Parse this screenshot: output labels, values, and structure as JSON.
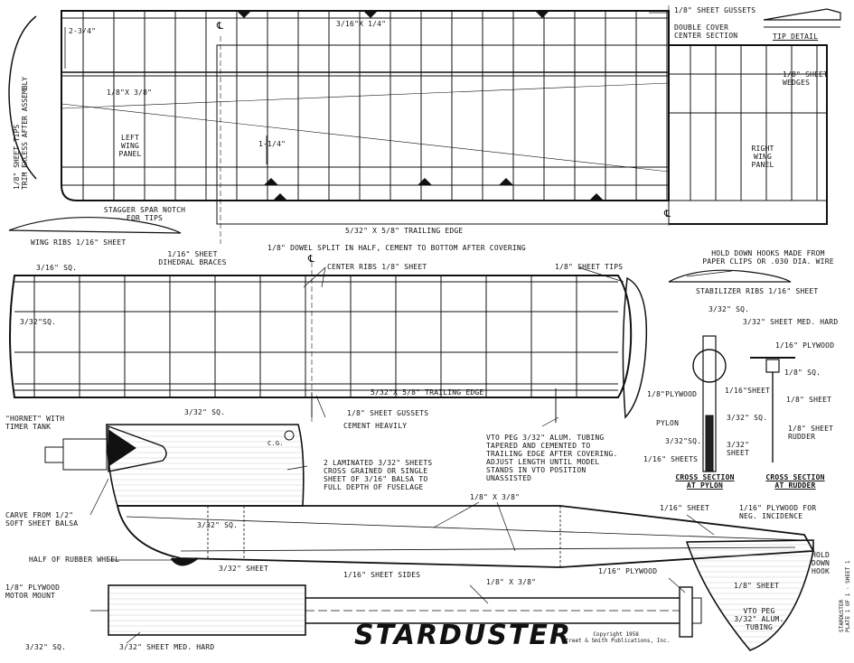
{
  "title": "STARDUSTER",
  "copyright": [
    "Copyright 1958",
    "Street & Smith Publications, Inc."
  ],
  "side_note": [
    "STARDUSTER",
    "PLATE 1 OF 1 · SHEET 1"
  ],
  "wing": {
    "labels": {
      "gussets": "1/8\" SHEET GUSSETS",
      "double_cover": [
        "DOUBLE COVER",
        "CENTER SECTION"
      ],
      "tip_detail": "TIP DETAIL",
      "spar_top": "3/16\"X 1/4\"",
      "dim_234": "2-3/4\"",
      "spar_18x38": "1/8\"X 3/8\"",
      "left_panel": [
        "LEFT",
        "WING",
        "PANEL"
      ],
      "right_panel": [
        "RIGHT",
        "WING",
        "PANEL"
      ],
      "dim_114": "1-1/4\"",
      "wedges": [
        "1/8\" SHEET",
        "WEDGES"
      ],
      "tips": [
        "1/8\" SHEET TIPS",
        "TRIM EXCESS AFTER ASSEMBLY"
      ],
      "stagger": [
        "STAGGER SPAR NOTCH",
        "FOR TIPS"
      ],
      "wing_ribs": "WING RIBS 1/16\" SHEET",
      "trailing_edge": "5/32\" X 5/8\" TRAILING EDGE",
      "dihedral": [
        "1/16\" SHEET",
        "DIHEDRAL BRACES"
      ],
      "dowel": "1/8\" DOWEL SPLIT IN HALF, CEMENT TO BOTTOM AFTER COVERING",
      "cl": "℄"
    }
  },
  "stab": {
    "labels": {
      "sq316": "3/16\" SQ.",
      "center_ribs": "CENTER RIBS 1/8\" SHEET",
      "tips": "1/8\" SHEET TIPS",
      "sq332": "3/32\"SQ.",
      "trailing_edge": "5/32\"X 5/8\" TRAILING EDGE",
      "gussets": "1/8\" SHEET GUSSETS",
      "cement": "CEMENT HEAVILY",
      "hooks": [
        "HOLD DOWN HOOKS MADE FROM",
        "PAPER CLIPS OR .030 DIA. WIRE"
      ],
      "stab_ribs": "STABILIZER RIBS 1/16\" SHEET"
    }
  },
  "fuselage": {
    "labels": {
      "hornet": [
        "\"HORNET\" WITH",
        "TIMER TANK"
      ],
      "sq332_top": "3/32\" SQ.",
      "cg": "C.G.",
      "laminated": [
        "2 LAMINATED 3/32\" SHEETS",
        "CROSS GRAINED OR SINGLE",
        "SHEET OF 3/16\" BALSA TO",
        "FULL DEPTH OF FUSELAGE"
      ],
      "vto": [
        "VTO PEG 3/32\" ALUM. TUBING",
        "TAPERED AND CEMENTED TO",
        "TRAILING EDGE AFTER COVERING.",
        "ADJUST LENGTH UNTIL MODEL",
        "STANDS IN VTO POSITION",
        "UNASSISTED"
      ],
      "carve": [
        "CARVE FROM 1/2\"",
        "SOFT SHEET BALSA"
      ],
      "sq332_mid": "3/32\" SQ.",
      "spar_18x38": "1/8\" X 3/8\"",
      "sheet116": "1/16\" SHEET",
      "plywood_inc": [
        "1/16\" PLYWOOD FOR",
        "NEG. INCIDENCE"
      ],
      "rubber_wheel": "HALF OF RUBBER WHEEL",
      "sheet332": "3/32\" SHEET",
      "sheet_sides": "1/16\" SHEET SIDES",
      "spar_bottom": "1/8\" X 3/8\"",
      "plywood116": "1/16\" PLYWOOD",
      "hold_down": [
        "HOLD",
        "DOWN",
        "HOOK"
      ],
      "sheet18": "1/8\" SHEET",
      "vto_peg": [
        "VTO PEG",
        "3/32\" ALUM.",
        "TUBING"
      ],
      "motor_mount": [
        "1/8\" PLYWOOD",
        "MOTOR MOUNT"
      ],
      "sq332_bottom": "3/32\" SQ.",
      "med_hard": "3/32\" SHEET MED. HARD"
    }
  },
  "sections": {
    "labels": {
      "sq332": "3/32\" SQ.",
      "med_hard": "3/32\" SHEET MED. HARD",
      "ply116": "1/16\" PLYWOOD",
      "sq18": "1/8\" SQ.",
      "ply18": "1/8\"PLYWOOD",
      "sheet116": "1/16\"SHEET",
      "sheet18": "1/8\" SHEET",
      "pylon": "PYLON",
      "sq332_b": "3/32\" SQ.",
      "sq332_c": "3/32\"SQ.",
      "sheet332": [
        "3/32\"",
        "SHEET"
      ],
      "sheet116_b": "1/16\" SHEETS",
      "rudder": [
        "1/8\" SHEET",
        "RUDDER"
      ],
      "cs_pylon": [
        "CROSS SECTION",
        "AT PYLON"
      ],
      "cs_rudder": [
        "CROSS SECTION",
        "AT RUDDER"
      ]
    }
  }
}
